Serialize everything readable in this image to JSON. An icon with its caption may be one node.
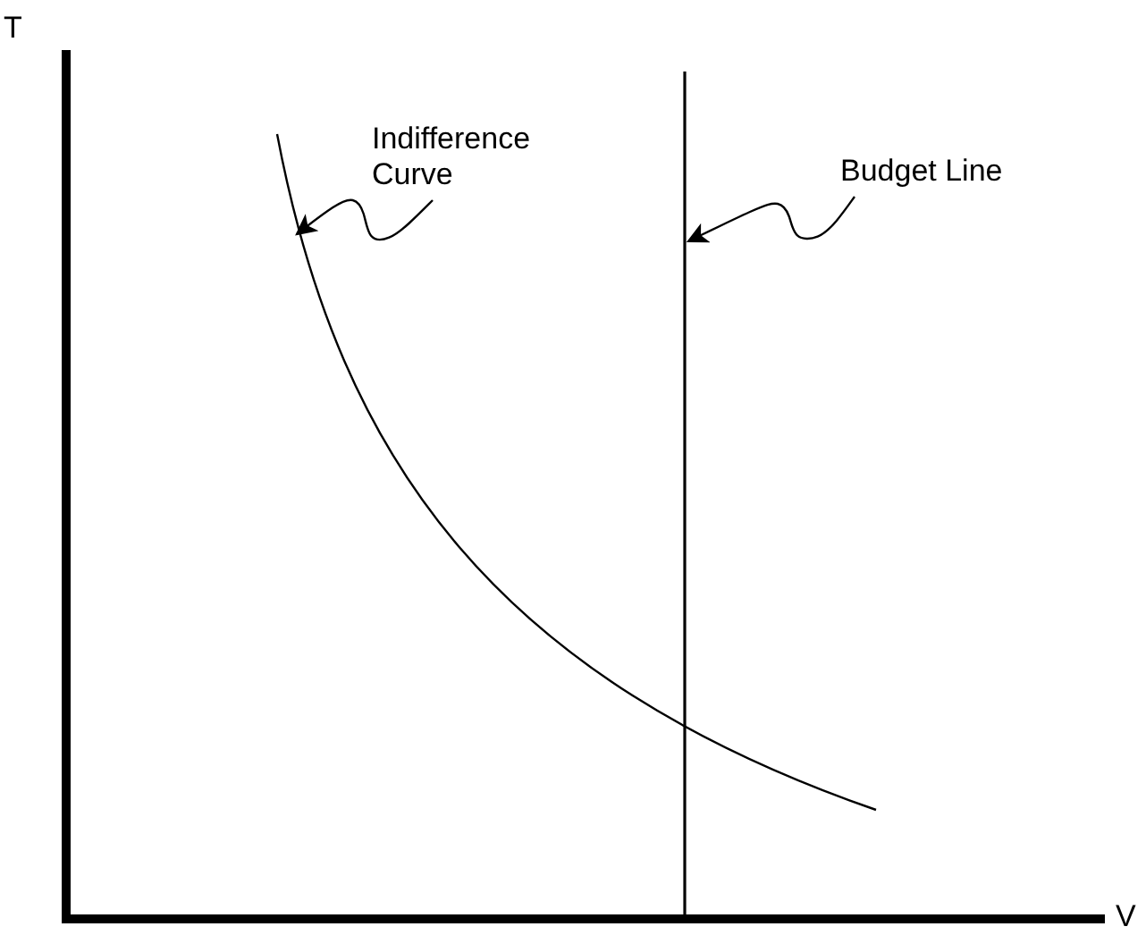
{
  "diagram": {
    "nodes": [
      {
        "text": [
          "Indifference Curve"
        ]
      },
      {
        "text": [],
        "shape": "curve"
      },
      {
        "text": [
          "Budget Line"
        ]
      },
      {
        "text": [],
        "shape": "line"
      }
    ],
    "edges": [
      {
        "from": 0,
        "to": 1,
        "arrow": "to"
      },
      {
        "from": 2,
        "to": 3,
        "arrow": "to"
      }
    ],
    "labels": [
      "T",
      "V"
    ]
  }
}
